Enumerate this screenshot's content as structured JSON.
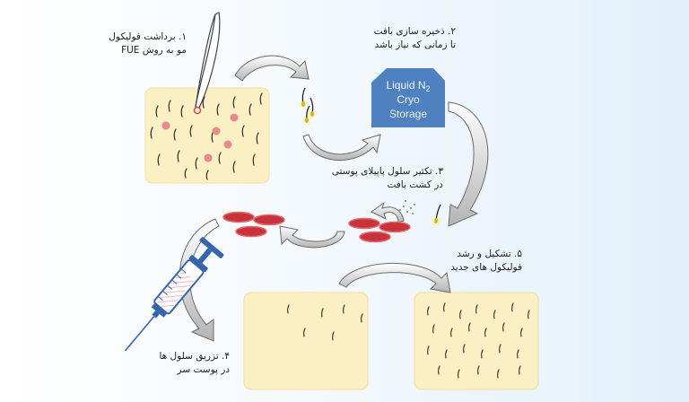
{
  "steps": {
    "step1": {
      "line1": "۱. برداشت فولیکول",
      "line2": "مو به روش FUE"
    },
    "step2": {
      "line1": "۲. ذخیره سازی بافت",
      "line2": "تا زمانی که نیاز باشد"
    },
    "step3": {
      "line1": "۳. تکثیر سلول پاپیلای پوستی",
      "line2": "در کشت بافت"
    },
    "step4": {
      "line1": "۴. تزریق سلول ها",
      "line2": "در پوست سر"
    },
    "step5": {
      "line1": "۵. تشکیل و رشد",
      "line2": "فولیکول های جدید"
    }
  },
  "storage": {
    "line1": "Liquid N",
    "subscript": "2",
    "line2": "Cryo",
    "line3": "Storage"
  },
  "colors": {
    "skin": "#fbefc4",
    "skin_border": "#f1dfa6",
    "follicle_dot": "#e58a8f",
    "storage_blue": "#4f80bf",
    "dish_red": "#c8323a",
    "syringe_blue": "#3565ad",
    "arrow_gray": "#8a8a8a"
  }
}
